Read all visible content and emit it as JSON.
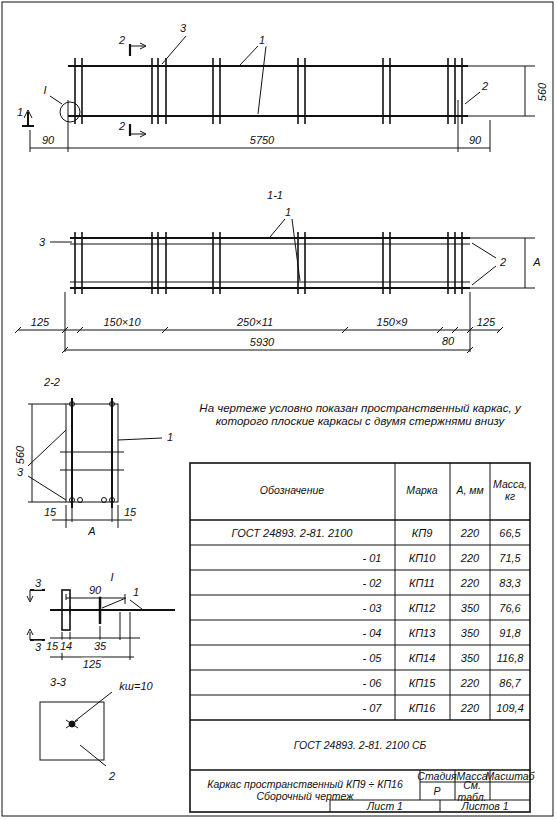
{
  "diagram": {
    "labels": [
      "2",
      "3",
      "1",
      "2",
      "560",
      "I",
      "1",
      "2",
      "90",
      "5750",
      "90",
      "1-1",
      "1",
      "3",
      "2",
      "А",
      "125",
      "150×10",
      "250×11",
      "150×9",
      "80",
      "125",
      "5930",
      "2-2",
      "560",
      "3",
      "1",
      "15",
      "15",
      "А",
      "На чертеже условно показан пространственный каркас, у которого плоские каркасы с двумя стержнями внизу",
      "I",
      "3",
      "90",
      "1",
      "15",
      "14",
      "35",
      "125",
      "3",
      "3-3",
      "kш=10",
      "2",
      "Обозначение",
      "Марка",
      "А, мм",
      "Масса, кг",
      "ГОСТ 24893. 2-81. 2100",
      "КП9",
      "220",
      "66,5",
      "- 01",
      "КП10",
      "220",
      "71,5",
      "- 02",
      "КП11",
      "220",
      "83,3",
      "- 03",
      "КП12",
      "350",
      "76,6",
      "- 04",
      "КП13",
      "350",
      "91,8",
      "- 05",
      "КП14",
      "350",
      "116,8",
      "- 06",
      "КП15",
      "220",
      "86,7",
      "- 07",
      "КП16",
      "220",
      "109,4",
      "ГОСТ 24893. 2-81. 2100 СБ",
      "Каркас пространственный КП9 ÷ КП16 Сборочный чертеж",
      "Стадия",
      "Масса",
      "Масштаб",
      "Р",
      "См. табл.",
      "Лист 1",
      "Листов 1"
    ]
  }
}
